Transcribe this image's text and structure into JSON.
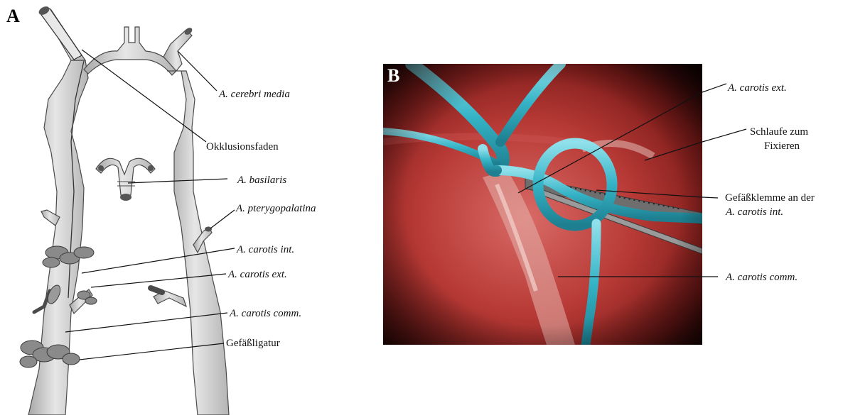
{
  "panel_a": {
    "letter": "A",
    "labels": {
      "cerebri_media": "A. cerebri media",
      "okklusionsfaden": "Okklusionsfaden",
      "basilaris": "A. basilaris",
      "pterygopalatina": "A. pterygopalatina",
      "carotis_int": "A. carotis int.",
      "carotis_ext": "A. carotis ext.",
      "carotis_comm": "A. carotis comm.",
      "gefaessligatur": "Gefäßligatur"
    }
  },
  "panel_b": {
    "letter": "B",
    "labels": {
      "carotis_ext": "A. carotis ext.",
      "schlaufe_line1": "Schlaufe zum",
      "schlaufe_line2": "Fixieren",
      "klemme_line1": "Gefäßklemme an der",
      "klemme_line2": "A. carotis int.",
      "carotis_comm": "A. carotis comm."
    }
  },
  "colors": {
    "vessel_fill": "#d4d4d4",
    "vessel_stroke": "#4a4a4a",
    "ligature": "#7a7a7a",
    "suture_blue": "#35b3c6",
    "tissue_red": "#b83a36"
  }
}
